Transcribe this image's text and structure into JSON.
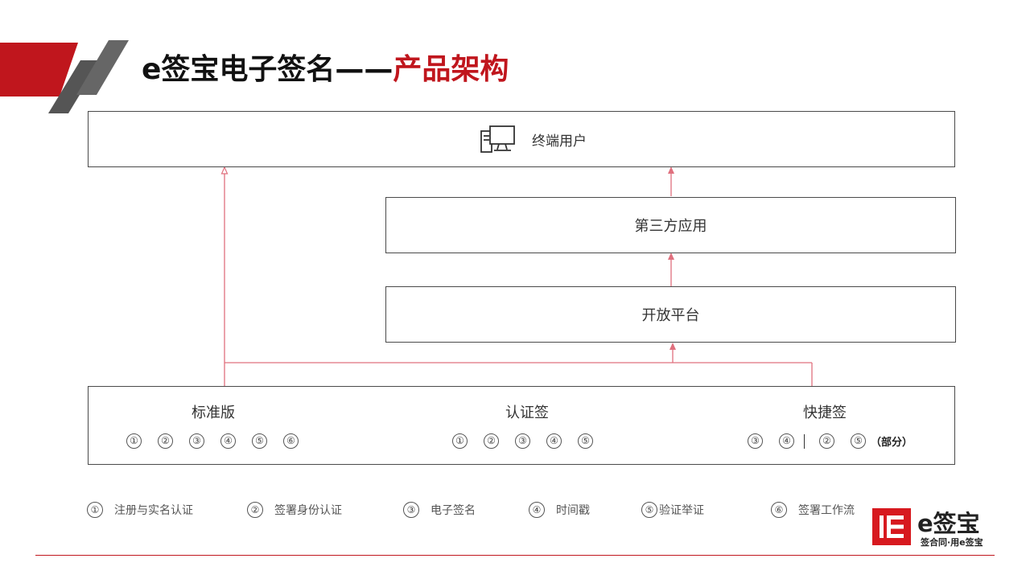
{
  "title": {
    "main": "e签宝电子签名——",
    "accent": "产品架构"
  },
  "colors": {
    "accent": "#c0161d",
    "connector": "#e0707e",
    "border": "#4a4a4a"
  },
  "diagram": {
    "terminal_user": {
      "label": "终端用户",
      "icon": "computer-icon"
    },
    "third_party": {
      "label": "第三方应用"
    },
    "open_platform": {
      "label": "开放平台"
    },
    "products": [
      {
        "label": "标准版",
        "features": [
          "①",
          "②",
          "③",
          "④",
          "⑤",
          "⑥"
        ]
      },
      {
        "label": "认证签",
        "features": [
          "①",
          "②",
          "③",
          "④",
          "⑤"
        ]
      },
      {
        "label": "快捷签",
        "features_left": [
          "③",
          "④"
        ],
        "features_right": [
          "②",
          "⑤"
        ],
        "note": "（部分）"
      }
    ]
  },
  "legend": [
    {
      "num": "①",
      "text": "注册与实名认证"
    },
    {
      "num": "②",
      "text": "签署身份认证"
    },
    {
      "num": "③",
      "text": "电子签名"
    },
    {
      "num": "④",
      "text": "时间戳"
    },
    {
      "num": "⑤",
      "text": "验证举证"
    },
    {
      "num": "⑥",
      "text": "签署工作流"
    }
  ],
  "logo": {
    "name": "e签宝",
    "tagline": "签合同·用e签宝"
  }
}
